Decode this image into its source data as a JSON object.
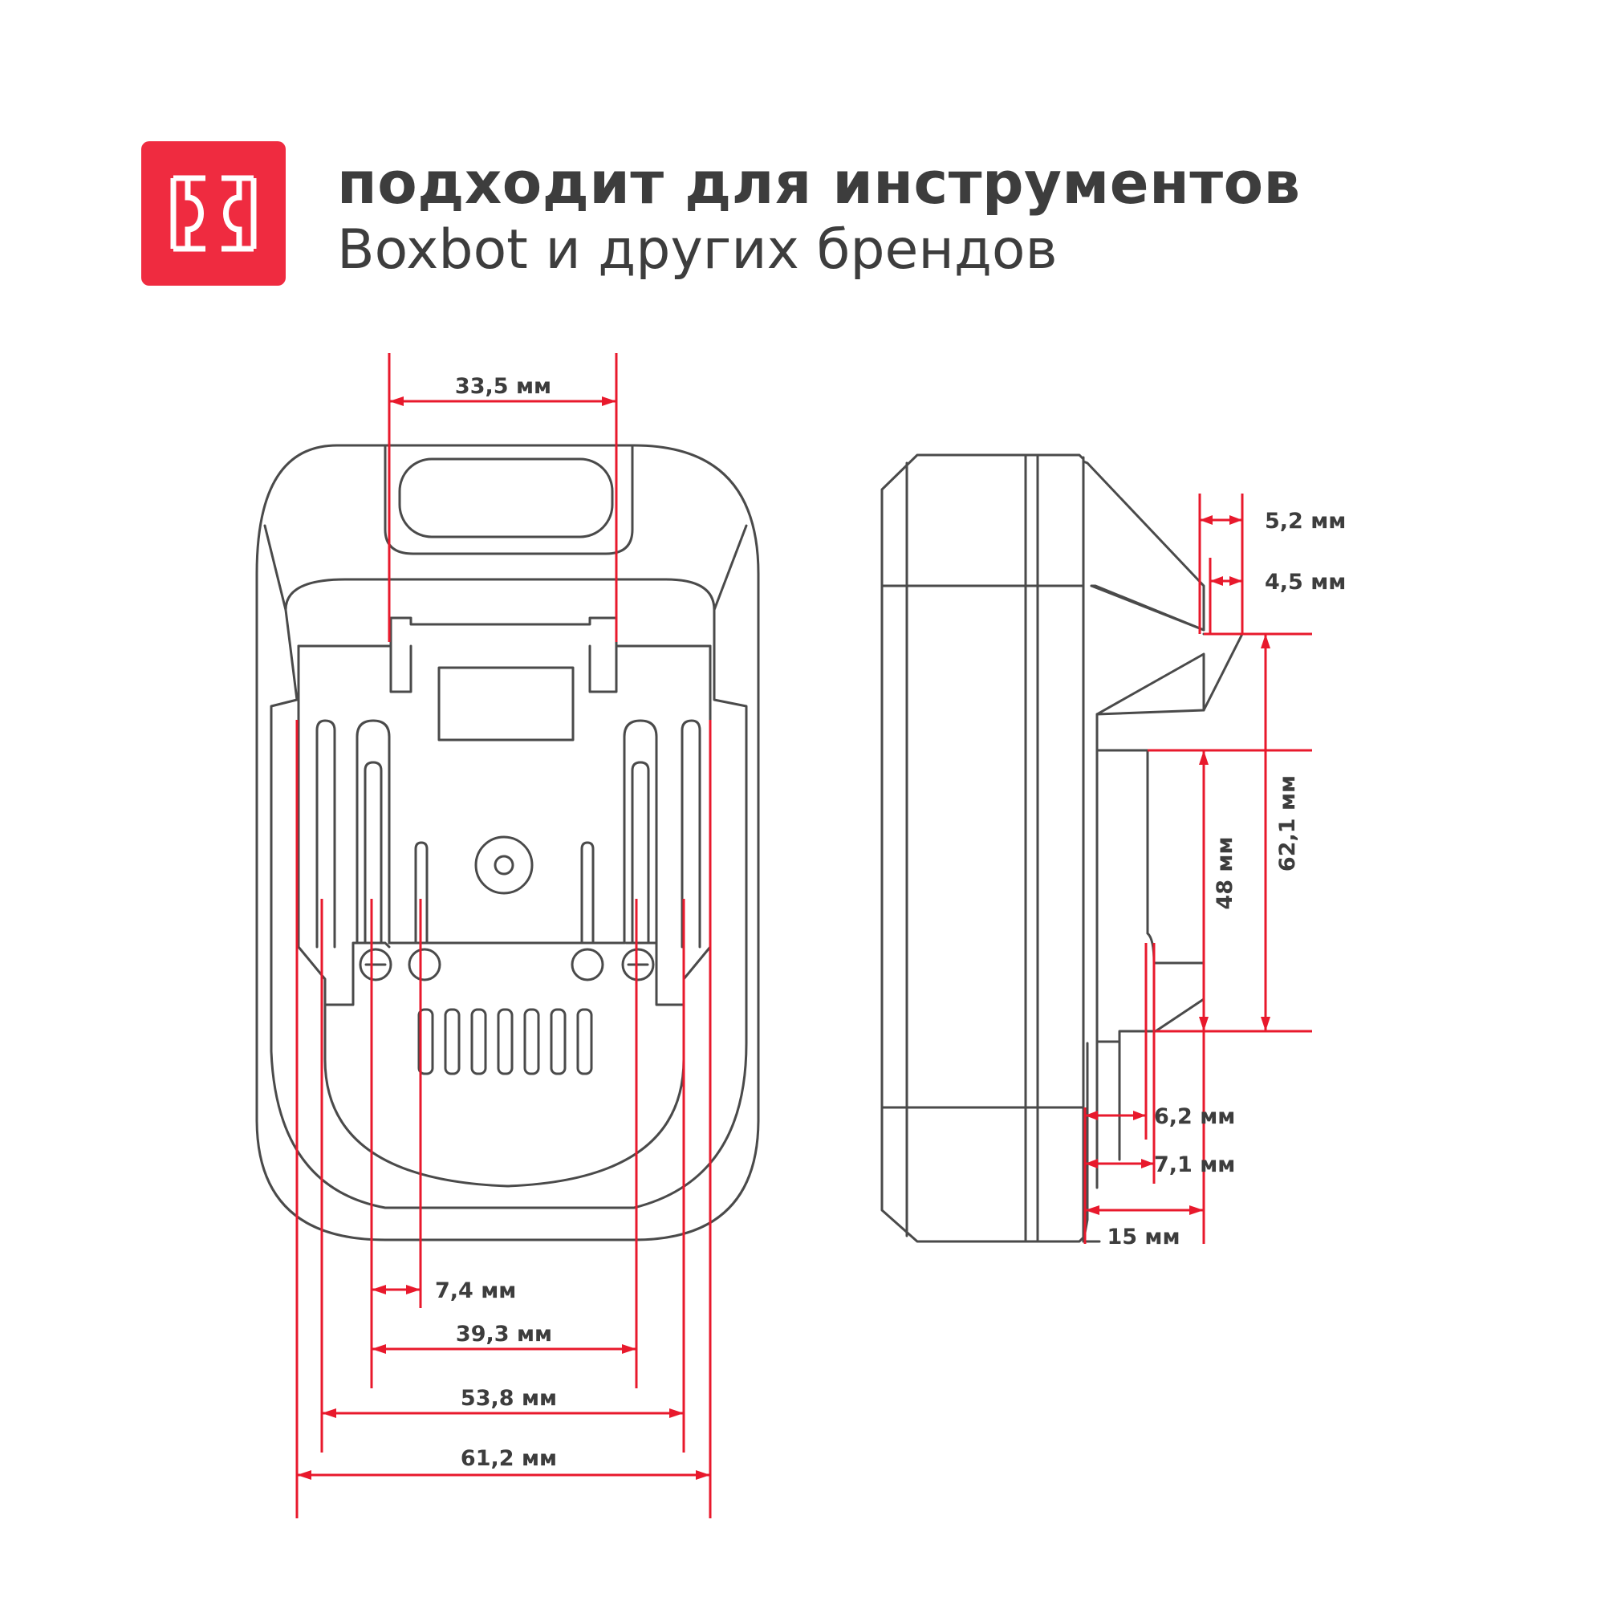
{
  "header": {
    "line1": "подходит для инструментов",
    "line2": "Boxbot и других брендов",
    "logo_icon": "connector-logo-icon",
    "accent_color": "#ef2b40"
  },
  "dimensions": {
    "front_top_width": "33,5 мм",
    "front_pitch": "7,4 мм",
    "front_inner_span": "39,3 мм",
    "front_rail_span": "53,8 мм",
    "front_total_width": "61,2 мм",
    "side_step_top": "5,2 мм",
    "side_step_small": "4,5 мм",
    "side_total_height": "62,1 мм",
    "side_slot_height": "48 мм",
    "side_depth_a": "6,2 мм",
    "side_depth_b": "7,1 мм",
    "side_depth_c": "15 мм"
  },
  "colors": {
    "dimension_line": "#e8192c",
    "outline": "#4a4a4a"
  }
}
